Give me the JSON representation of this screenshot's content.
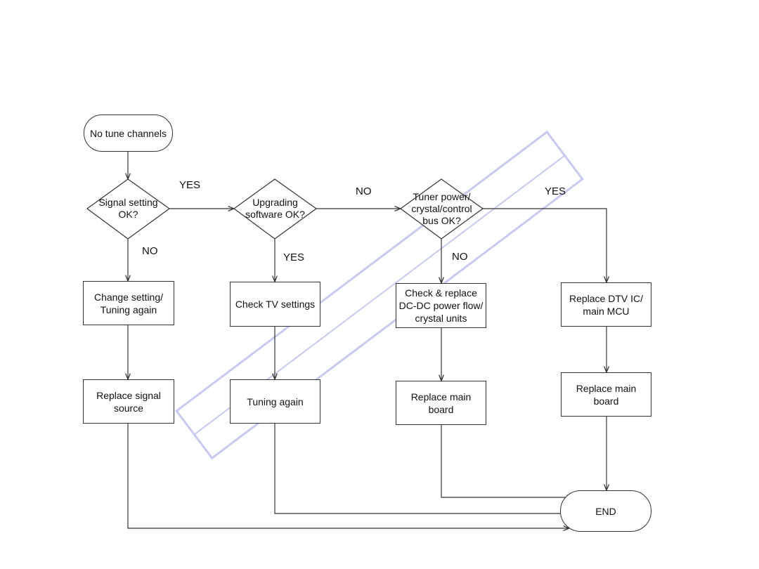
{
  "watermark": {
    "color": "#c6c9f0"
  },
  "flowchart": {
    "start": "No tune channels",
    "decision_signal": "Signal setting\nOK?",
    "decision_software": "Upgrading\nsoftware OK?",
    "decision_tuner": "Tuner power/\ncrystal/control\nbus OK?",
    "change_setting": "Change setting/\nTuning again",
    "check_tv": "Check TV settings",
    "check_replace": "Check & replace\nDC-DC power flow/\ncrystal units",
    "replace_dtv": "Replace DTV IC/\nmain MCU",
    "replace_signal": "Replace signal\nsource",
    "tuning_again": "Tuning again",
    "replace_main_1": "Replace main\nboard",
    "replace_main_2": "Replace main\nboard",
    "end": "END",
    "labels": {
      "signal_yes": "YES",
      "signal_no": "NO",
      "software_no": "NO",
      "software_yes": "YES",
      "tuner_yes": "YES",
      "tuner_no": "NO"
    }
  }
}
